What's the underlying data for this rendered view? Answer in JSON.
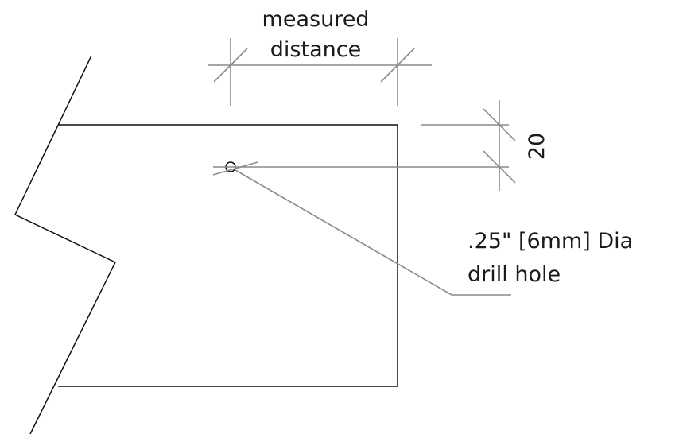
{
  "labels": {
    "measured_distance_line1": "measured",
    "measured_distance_line2": "distance",
    "edge_offset": "20",
    "hole_note_line1": ".25\" [6mm] Dia",
    "hole_note_line2": "drill hole"
  },
  "colors": {
    "object_lines": "#111111",
    "dimension_lines": "#8a8a8a",
    "text": "#1a1a1a",
    "background": "#ffffff"
  }
}
